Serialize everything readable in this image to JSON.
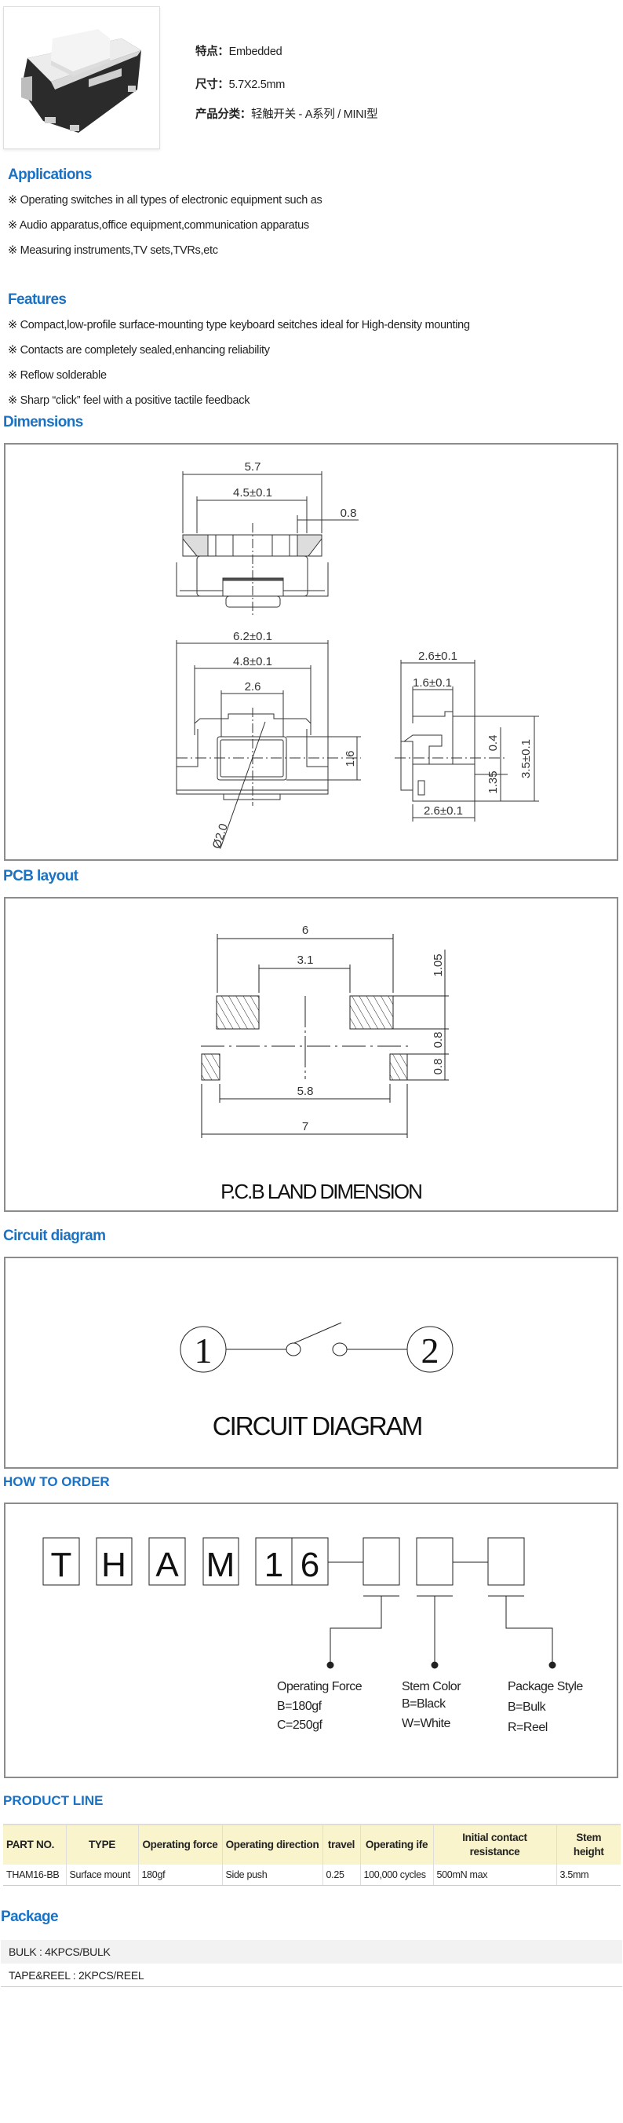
{
  "product": {
    "specs": [
      {
        "label": "特点：",
        "value": "Embedded"
      },
      {
        "label": "尺寸：",
        "value": "5.7X2.5mm"
      },
      {
        "label": "产品分类：",
        "value": "轻触开关 - A系列 / MINI型"
      }
    ]
  },
  "applications": {
    "title": "Applications",
    "items": [
      "※ Operating switches in all types of electronic equipment such as",
      "※ Audio apparatus,office equipment,communication apparatus",
      "※ Measuring instruments,TV sets,TVRs,etc"
    ]
  },
  "features": {
    "title": "Features",
    "items": [
      "※ Compact,low-profile surface-mounting type keyboard seitches ideal for High-density mounting",
      "※ Contacts are completely sealed,enhancing reliability",
      "※ Reflow solderable",
      "※ Sharp “click” feel with a positive tactile feedback"
    ]
  },
  "dimensions": {
    "title": "Dimensions",
    "labels": {
      "w57": "5.7",
      "w45": "4.5±0.1",
      "w08": "0.8",
      "w62": "6.2±0.1",
      "w48": "4.8±0.1",
      "w26": "2.6",
      "h16": "1.6",
      "dia": "Ø2.0",
      "s26top": "2.6±0.1",
      "s16": "1.6±0.1",
      "s26bot": "2.6±0.1",
      "s04": "0.4",
      "s135": "1.35",
      "s35": "3.5±0.1"
    }
  },
  "pcb": {
    "title": "PCB layout",
    "labels": {
      "w6": "6",
      "w31": "3.1",
      "w58": "5.8",
      "w7": "7",
      "h105": "1.05",
      "h08a": "0.8",
      "h08b": "0.8"
    },
    "caption": "P.C.B LAND DIMENSION"
  },
  "circuit": {
    "title": "Circuit diagram",
    "pin1": "1",
    "pin2": "2",
    "caption": "CIRCUIT DIAGRAM"
  },
  "order": {
    "title": "HOW TO ORDER",
    "chars": [
      "T",
      "H",
      "A",
      "M",
      "1",
      "6"
    ],
    "groups": [
      {
        "title": "Operating Force",
        "options": [
          "B=180gf",
          "C=250gf"
        ]
      },
      {
        "title": "Stem Color",
        "options": [
          "B=Black",
          "W=White"
        ]
      },
      {
        "title": "Package Style",
        "options": [
          "B=Bulk",
          "R=Reel"
        ]
      }
    ]
  },
  "product_line": {
    "title": "PRODUCT LINE",
    "headers": [
      "PART NO.",
      "TYPE",
      "Operating force",
      "Operating direction",
      "travel",
      "Operating ife",
      "Initial contact resistance",
      "Stem height"
    ],
    "rows": [
      [
        "THAM16-BB",
        "Surface mount",
        "180gf",
        "Side push",
        "0.25",
        "100,000 cycles",
        "500mN max",
        "3.5mm"
      ]
    ]
  },
  "package": {
    "title": "Package",
    "rows": [
      "BULK : 4KPCS/BULK",
      "TAPE&REEL : 2KPCS/REEL"
    ]
  },
  "colors": {
    "heading": "#1a72c4",
    "table_header": "#f9f4cc",
    "row_alt": "#f2f2f2"
  }
}
